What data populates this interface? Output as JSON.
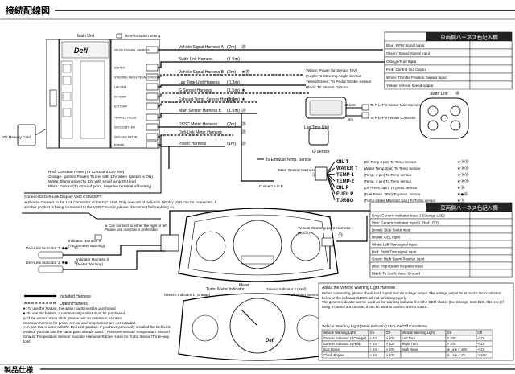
{
  "header": {
    "title": "接続配線図",
    "footer_title": "製品仕様"
  },
  "main_unit": {
    "label": "Main Unit",
    "switch_note": "Refer to switch setting",
    "brand": "Defi",
    "sd_label": "SD Memory\nCard",
    "ports": [
      "VEHICLE SIGNAL HARNESS",
      "SWITCH",
      "STEERING ANGLE PEDAL STROKE",
      "LAP TIME",
      "EX-TEMP",
      "EXT.TEMP",
      "TEMP/S.L.PRESS",
      "DSCC DEFI-LINK",
      "DEFI-LINK METER",
      "POWER"
    ]
  },
  "harnesses": [
    {
      "name": "Vehicle Signal Harness A",
      "len": "(2m)",
      "num": "⑳"
    },
    {
      "name": "Swith Unit Harness",
      "len": "(1.5m)",
      "num": ""
    },
    {
      "name": "Vehicle Signal Harness B",
      "len": "(2m)",
      "num": "★⑳"
    },
    {
      "name": "Lap Time Unit Harness",
      "len": "(0.3m)",
      "num": ""
    },
    {
      "name": "G Sensor Harness",
      "len": "(1.5m)",
      "num": "★"
    },
    {
      "name": "Exhaust Temp. Sensor Harness",
      "len": "(2.5m)",
      "num": "★"
    },
    {
      "name": "Main Sensor Harness B",
      "len": "(1.5m)",
      "num": "⑳"
    },
    {
      "name": "DSSC Meter Harness",
      "len": "(2m)",
      "num": "⑳"
    },
    {
      "name": "Defi-Link Meter Harness",
      "len": "",
      "num": "⑳"
    },
    {
      "name": "Power Harness",
      "len": "(1m)",
      "num": "⑳"
    }
  ],
  "vehicle_signal_box": {
    "title": "車両側ハーネス色記入欄",
    "items": [
      "Blue: RPM Signal Input",
      "Green: Speed Signal Input",
      "Orange/Fuel Input",
      "Pink: Control Out Output",
      "White: Throttle Position Sensor Input",
      "Yellow: Vehicle speed output"
    ]
  },
  "steering": {
    "lines": [
      "Yellow: Power for Sensor (5V)",
      "Purple:To Steering Angle Sensor",
      "Yellow/Green: To Pedal Stroke Sensor",
      "Black: To Sensor Ground"
    ]
  },
  "lap_time": {
    "unit_label": "Lap Time Unit",
    "len1": "0.12m",
    "len2": "5m",
    "receiver": "To P-LAP II Sensor\nMale Connector",
    "receiver2": "To P-LAP II\nFemale Connector"
  },
  "switch_unit": {
    "label": "Swith Unit",
    "num": "⑥"
  },
  "g_sensor": {
    "label": "G-Sensor"
  },
  "exhaust": {
    "label": "To Exhaust Temp. Sensor"
  },
  "main_sensor": {
    "label": "Main Sensor\nHarness A (0.4m)",
    "num": "㉑",
    "connect_ab": "Connect A to B"
  },
  "sensors": [
    {
      "name": "OIL T",
      "desc": "(Oil Temp 2 pin) To Temp Sensor",
      "marks": "★⑭⑮"
    },
    {
      "name": "WATER T",
      "desc": "(Water Temp 2pin) To Temp Sensor",
      "marks": "★⑭⑮"
    },
    {
      "name": "TEMP-1",
      "desc": "(Temp. 2 pin) To Temp sensor",
      "marks": "★⑭⑮"
    },
    {
      "name": "TEMP-2",
      "desc": "(Temp. 2 pin) To Temp sensor",
      "marks": "★⑭⑮"
    },
    {
      "name": "OIL P",
      "desc": "(Oil Press. 3pin) To press. sensor",
      "marks": "★⑯"
    },
    {
      "name": "FUEL P",
      "desc": "(Fuel Press. 3Pin) To press. sensor",
      "marks": "★◆⑯"
    },
    {
      "name": "TURBO",
      "desc": "(Turbo intake Manifold 3pin) To Turbo sensor",
      "marks": "★⑪"
    }
  ],
  "power": {
    "lines": [
      "Red: Constant Power(To Constatnt 12V line)",
      "Orange: Ignition Power( To line with 12V when Ignition is ON)",
      "White: Illumination (To 12v with small lamp ON line)",
      "Black: Ground(To Ground point, negative terminal of battery)"
    ]
  },
  "vsd": {
    "label": "Connect to Defi-Link Display VSD CONCEPT.",
    "note": "※ Please Connect to the Link Connector of the D.C. Unit. Only one unit of Defi-Link Display VSD can be connected. If another product is being connected to the VSD Concept, please disconnect before doing so."
  },
  "defi_link": {
    "right_or_left": "※ Can connect to either the right or left.\n Please use one that is preferable",
    "ind_left": "Indicator Harness ⑥\n(Tachometer Warning)",
    "ind_right": "Indicator Harness ⑥\n(Meter Warning)",
    "defi2_top": "Defi-Link Indicator 2 ★◆",
    "defi2_bot": "Defi-Link Indicator 2 ★◆",
    "defi2_top_num": "⑥",
    "defi2_bot_num": "⑥"
  },
  "meter": {
    "label": "Meter",
    "turbo_ind": "Turbo Meter Indicator",
    "gen1": "Generic Indicator 1 (Orange)",
    "gen2": "Generic Indicator 2 (Red)",
    "dimming": "Dimming Sensor",
    "vwlh": "Vehicle Warning Light Harness\n(50cm)",
    "vwlh_num": "㉒",
    "brand": "Defi"
  },
  "warning_box": {
    "title": "車両側ハーネス色記入欄",
    "items": [
      "Gray: Generic Indicator Input 1 (Orange LED)",
      "Pink: Generic Indicator Input 2 (Red LED)",
      "Brown: Side Brake Input",
      "Brown: CEL input",
      "White: Left Turn signal input",
      "Red: Right Turn signal input",
      "Green: High Beam Positive Input",
      "Blue: High Beam Negative input",
      "Black: To Stock Meter Ground"
    ]
  },
  "legend": {
    "included": "Included Harness",
    "optional": "Option Harness",
    "notes": [
      "★: To use the feature, the option parts must be purchased",
      "◆: To use the feature, a commercial product must be purchased",
      "◎: If the sensor is too short, please use an extension harness\n  Extension harness for press. sensor and temp sensor are not included.",
      "◇: A part that is used with the Defi Link product. If you have previously installed the Defi-Link product, you can use the same parts already used. ( Pressure Sensor/ Temperature Sensor/ Exhaust Temperature Sensor/ Indicator Harness/ Rubber Hose for Turbo Sensor/Three-way Joint)"
    ]
  },
  "warning_notes": {
    "about": "About the Vehicle Warning Light Harness",
    "n1": "Before connecting, please check each signal and it's voltage output. The voltage output must match the conditions below or the indicators/LED's will not function properly.",
    "n2": "The generic indicator can be used as the warning indicator from the OEM cluster (Ex. Charge, Seat Belt, ABS etc.) If using a control out function, it can be used to confirm an ON output.",
    "cond_title": "Vehicle Warning Light (Main Indicator) LED On/Off Conditions"
  },
  "led_table": {
    "headers": [
      "Vehicle Warning Light",
      "On",
      "Off",
      "Vehicle Warning Light",
      "On",
      "Off"
    ],
    "rows": [
      [
        "Generic Indicator 1 (Orange)",
        "+ 1V",
        "> 10V",
        "Left Turn",
        "> 10V",
        "< 1V"
      ],
      [
        "Generic Indicator 2 (Red)",
        "+ 1V",
        "> 10V",
        "Right Turn",
        "> 10V",
        "< 1V"
      ],
      [
        "Side Brake",
        "+ 1V",
        "> 10V",
        "High Beam",
        "⊕ Line > 10V",
        "< 1V"
      ],
      [
        "Check Engine",
        "+ 1V",
        "> 10V",
        "",
        "⊖ Line < 1V",
        "> 10V"
      ]
    ]
  }
}
